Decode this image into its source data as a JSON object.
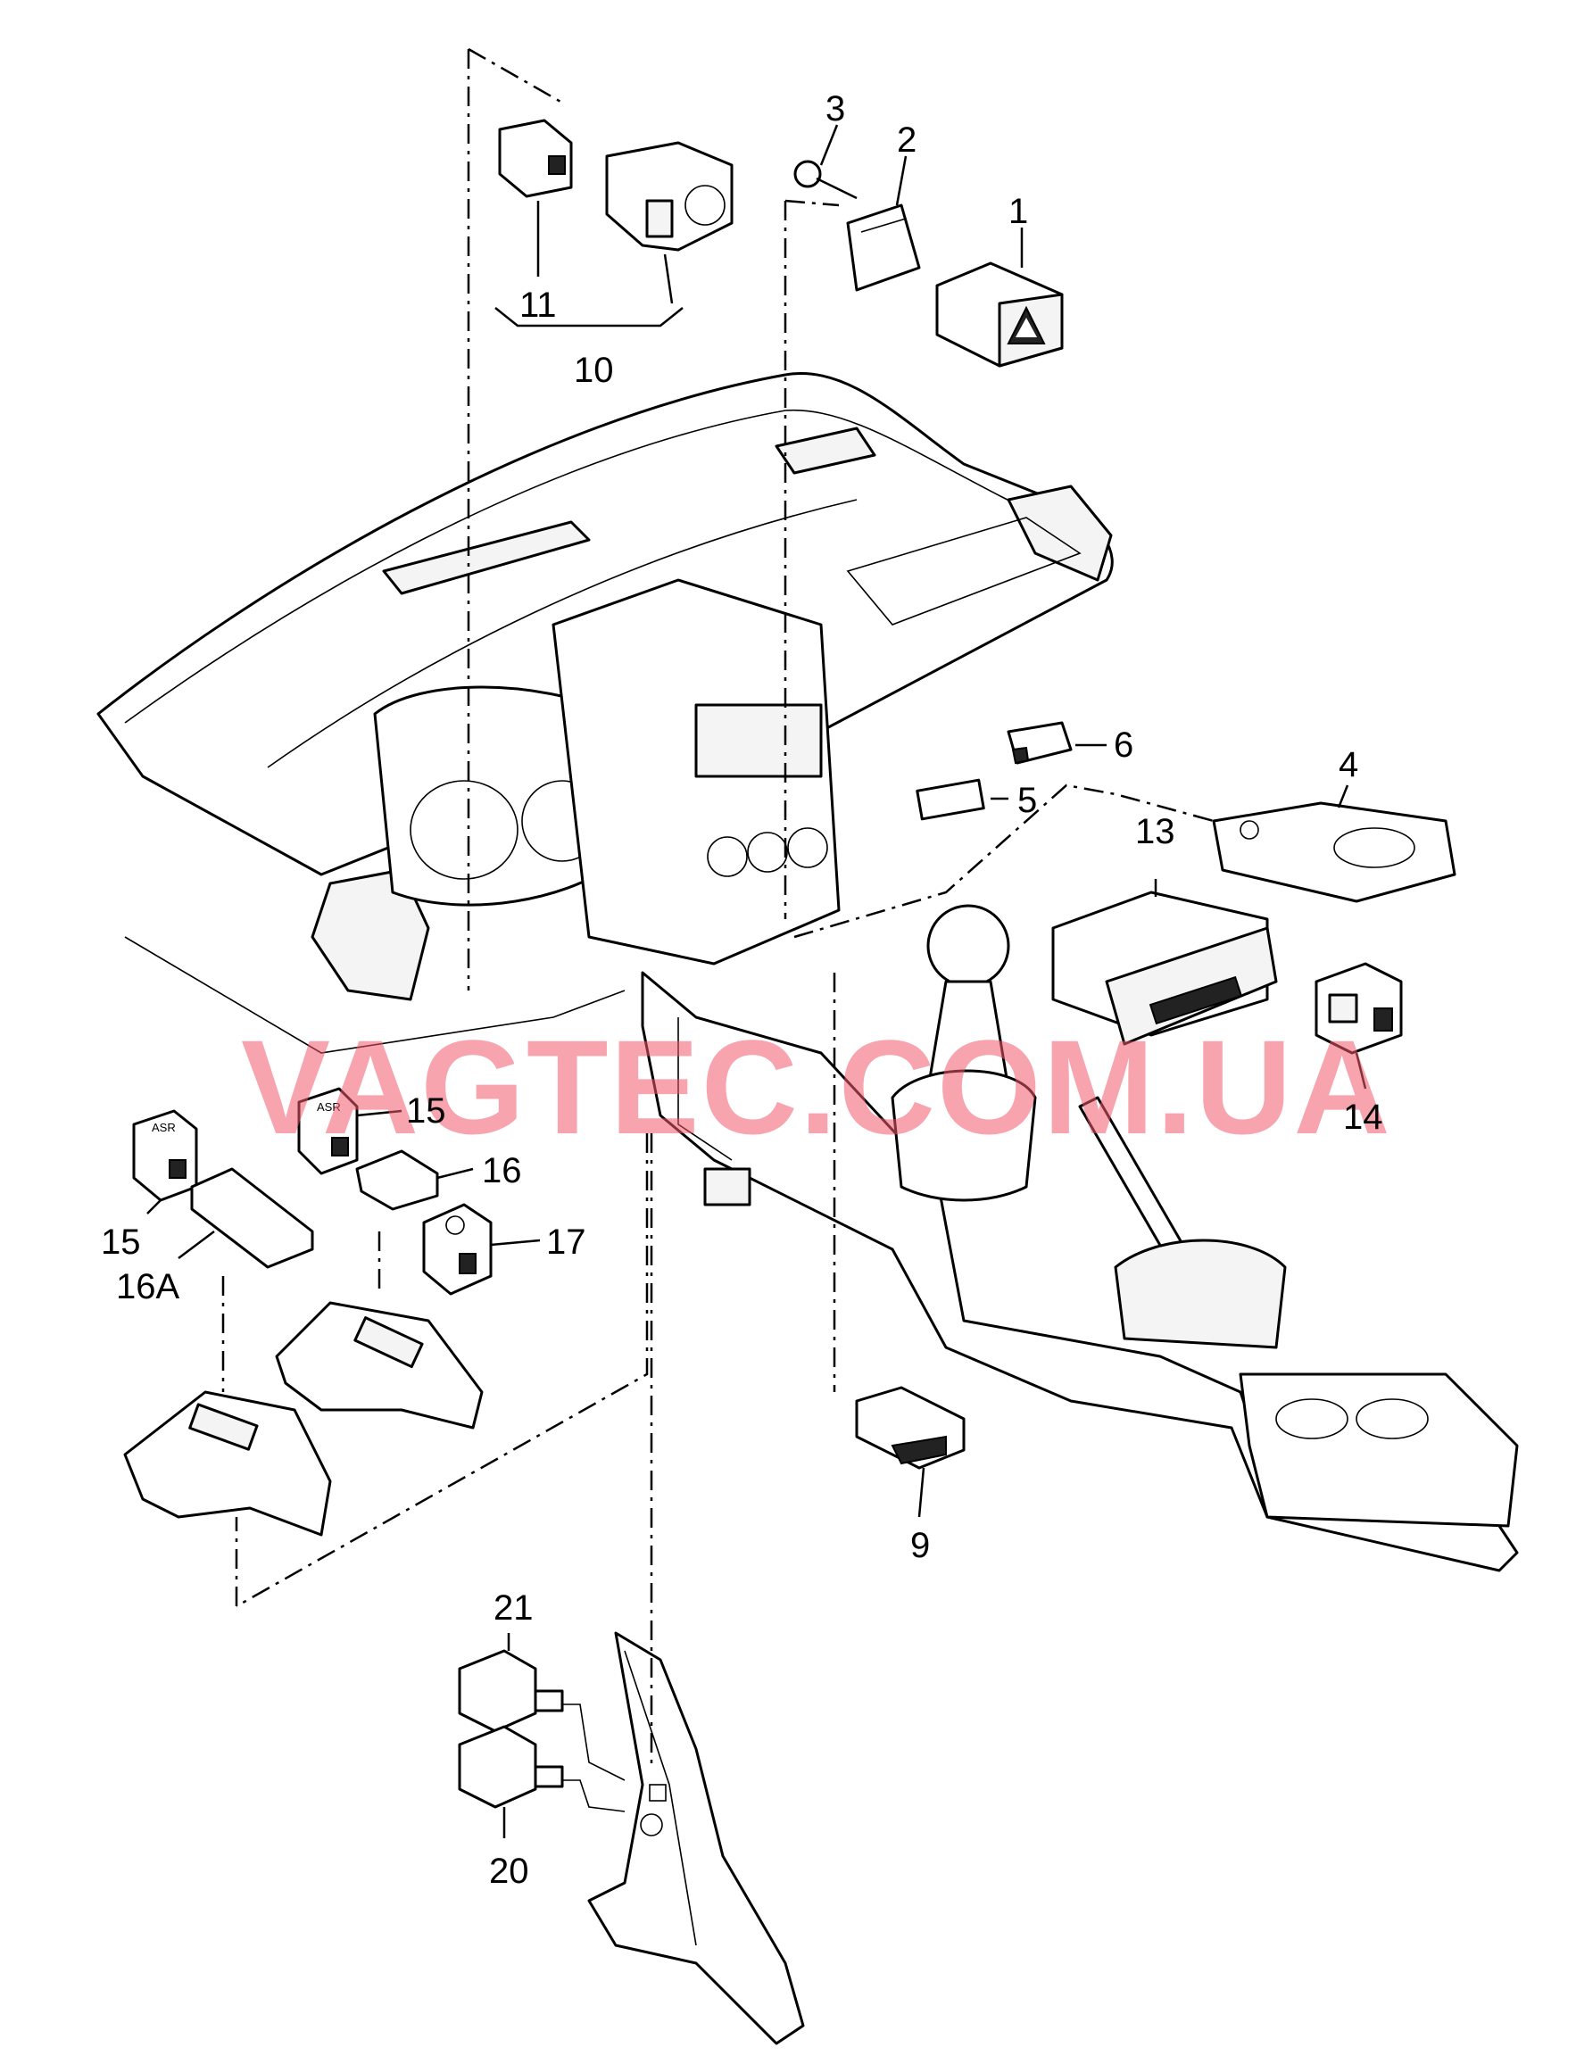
{
  "watermark": "VAGTEC.COM.UA",
  "part_labels": {
    "p1": "1",
    "p2": "2",
    "p3": "3",
    "p4": "4",
    "p5": "5",
    "p6": "6",
    "p9": "9",
    "p10": "10",
    "p11": "11",
    "p13": "13",
    "p14": "14",
    "p15a": "15",
    "p15b": "15",
    "p16": "16",
    "p16a": "16A",
    "p17": "17",
    "p20": "20",
    "p21": "21"
  },
  "switch_legend": "ASR",
  "colors": {
    "line": "#000000",
    "watermark": "#f25a6e",
    "background": "#ffffff"
  }
}
